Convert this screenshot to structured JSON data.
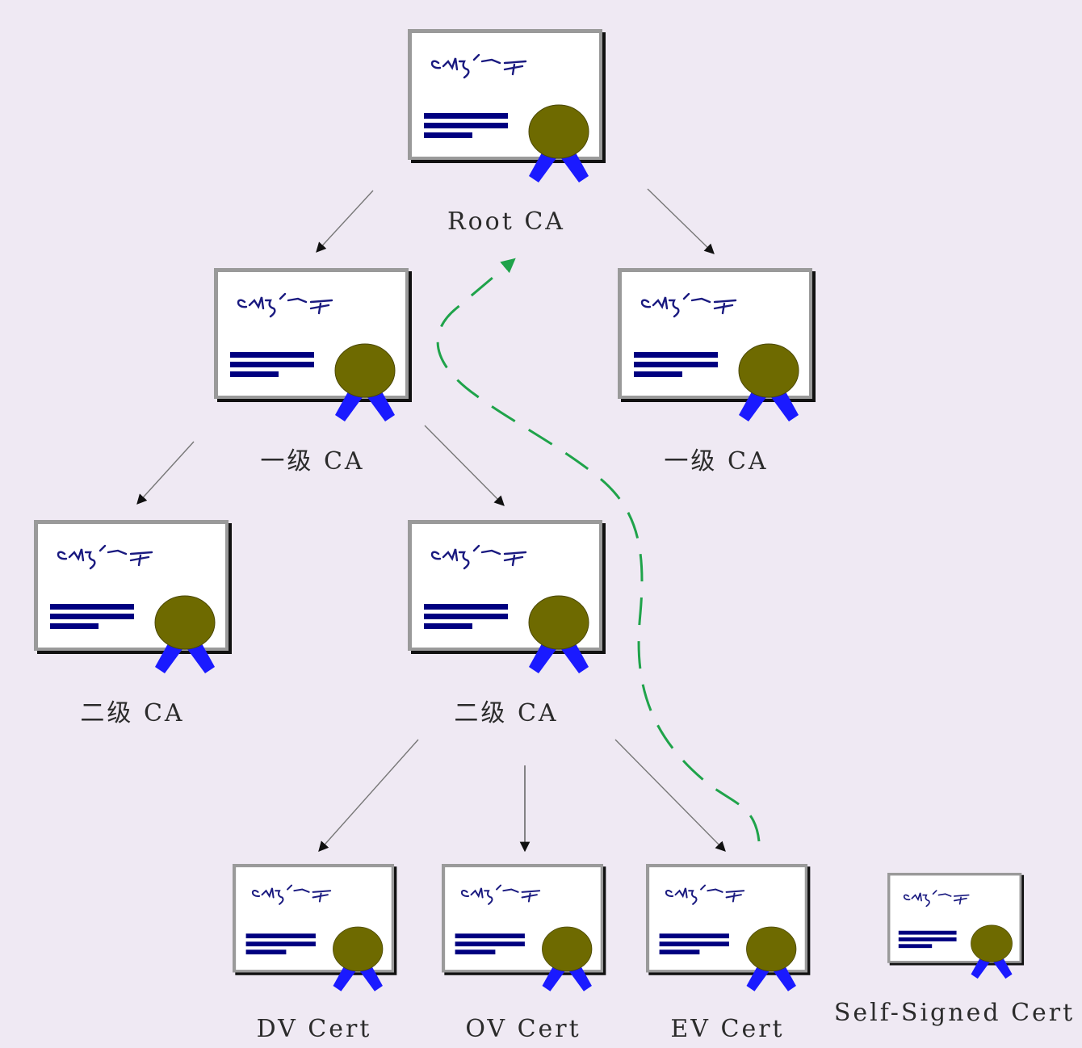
{
  "nodes": [
    {
      "id": "root",
      "label": "Root CA"
    },
    {
      "id": "l1-left",
      "label": "一级 CA"
    },
    {
      "id": "l1-right",
      "label": "一级 CA"
    },
    {
      "id": "l2-left",
      "label": "二级 CA"
    },
    {
      "id": "l2-mid",
      "label": "二级 CA"
    },
    {
      "id": "dv",
      "label": "DV Cert"
    },
    {
      "id": "ov",
      "label": "OV Cert"
    },
    {
      "id": "ev",
      "label": "EV Cert"
    },
    {
      "id": "self",
      "label": "Self-Signed Cert"
    }
  ],
  "edges": [
    {
      "from": "root",
      "to": "l1-left"
    },
    {
      "from": "root",
      "to": "l1-right"
    },
    {
      "from": "l1-left",
      "to": "l2-left"
    },
    {
      "from": "l1-left",
      "to": "l2-mid"
    },
    {
      "from": "l2-mid",
      "to": "dv"
    },
    {
      "from": "l2-mid",
      "to": "ov"
    },
    {
      "from": "l2-mid",
      "to": "ev"
    }
  ],
  "verification_path": {
    "from": "ev",
    "to": "root",
    "style": "dashed"
  },
  "colors": {
    "background": "#efe9f3",
    "card_fill": "#ffffff",
    "text_lines": "#000080",
    "seal": "#6e6a00",
    "ribbon": "#1a1aff",
    "verify_path": "#1fa34a",
    "edge": "#555555"
  },
  "icons": {
    "certificate": "certificate-icon"
  }
}
